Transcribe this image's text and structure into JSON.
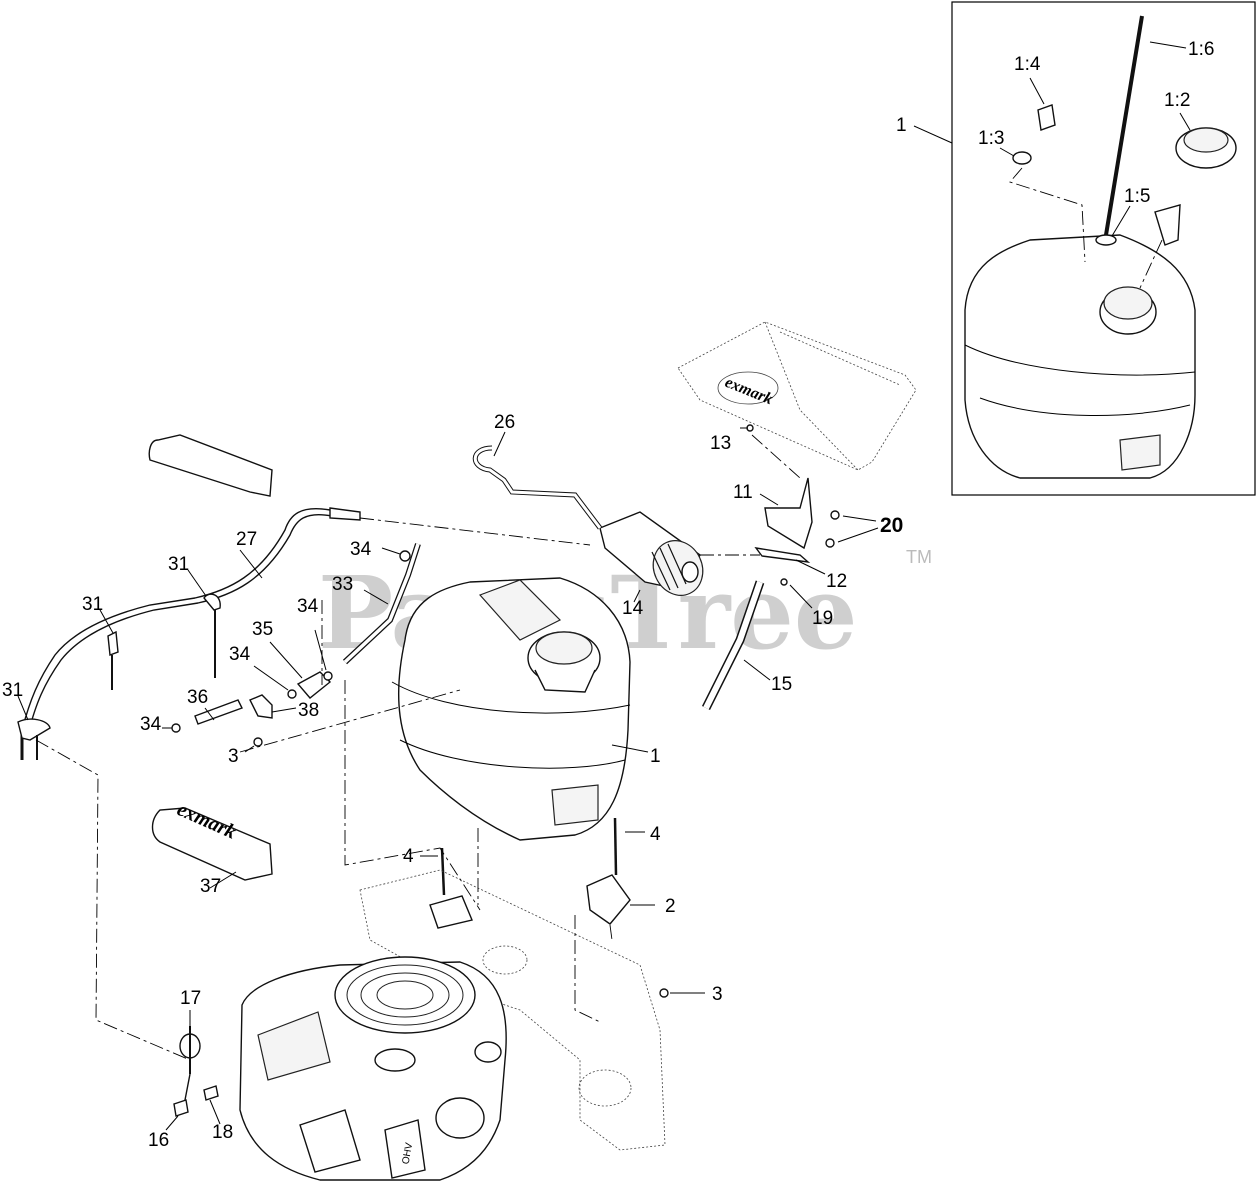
{
  "watermark": {
    "text": "PartsTree",
    "tm": "TM"
  },
  "brand_labels": {
    "decal": "exmark",
    "cover": "exmark",
    "engine": "OHV"
  },
  "callouts": {
    "c1_6": "1:6",
    "c1_4": "1:4",
    "c1_2": "1:2",
    "c1_3": "1:3",
    "c1_box": "1",
    "c1_5": "1:5",
    "c26": "26",
    "c13": "13",
    "c11": "11",
    "c20": "20",
    "c27": "27",
    "c34a": "34",
    "c31a": "31",
    "c33": "33",
    "c12": "12",
    "c14": "14",
    "c31b": "31",
    "c34b": "34",
    "c19": "19",
    "c35": "35",
    "c34c": "34",
    "c15": "15",
    "c31c": "31",
    "c36": "36",
    "c38": "38",
    "c1_tank": "1",
    "c34d": "34",
    "c3a": "3",
    "c4a": "4",
    "c4b": "4",
    "c2": "2",
    "c37": "37",
    "c3b": "3",
    "c17": "17",
    "c16": "16",
    "c18": "18"
  }
}
